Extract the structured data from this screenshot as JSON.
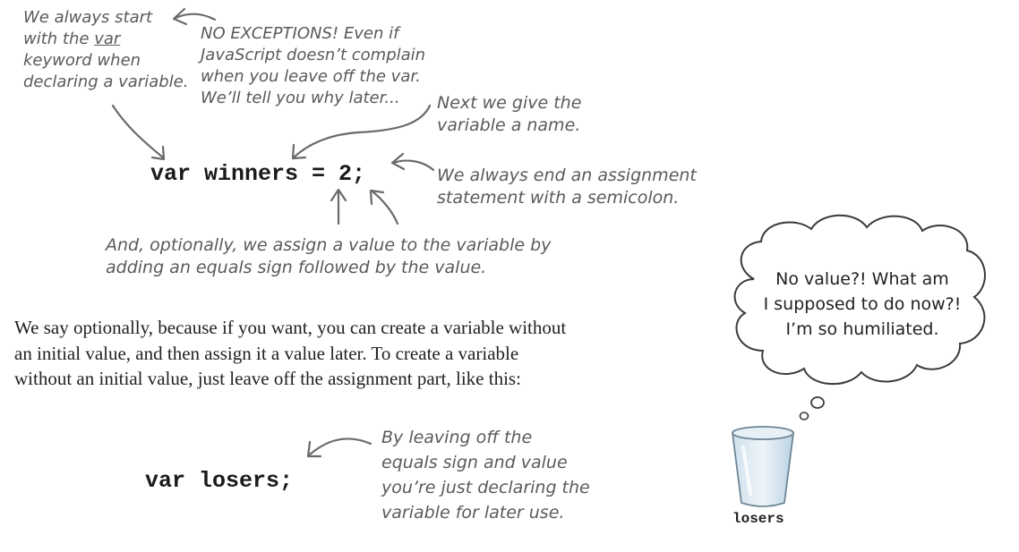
{
  "notes": {
    "var_keyword": [
      "We always start",
      "with the",
      "var",
      "keyword when",
      "declaring a variable."
    ],
    "no_exceptions": [
      "NO EXCEPTIONS! Even if",
      "JavaScript doesn’t complain",
      "when you leave off the var.",
      "We’ll tell you why later..."
    ],
    "name": [
      "Next we give the",
      "variable a name."
    ],
    "semicolon": [
      "We always end an assignment",
      "statement with a semicolon."
    ],
    "assign_value": [
      "And, optionally, we assign a value to the variable by",
      "adding an equals sign followed by the value."
    ],
    "declaring_only": [
      "By leaving off the",
      "equals sign and value",
      "you’re just declaring the",
      "variable for later use."
    ]
  },
  "code": {
    "assignment": "var winners = 2;",
    "declaration": "var losers;"
  },
  "body_text": [
    "We say optionally, because if you want, you can create a variable without",
    "an initial value, and then assign it a value later. To create a variable",
    "without an initial value, just leave off the assignment part, like this:"
  ],
  "thought_bubble": [
    "No value?! What am",
    "I supposed to do now?!",
    "I’m so humiliated."
  ],
  "cup_label": "losers"
}
